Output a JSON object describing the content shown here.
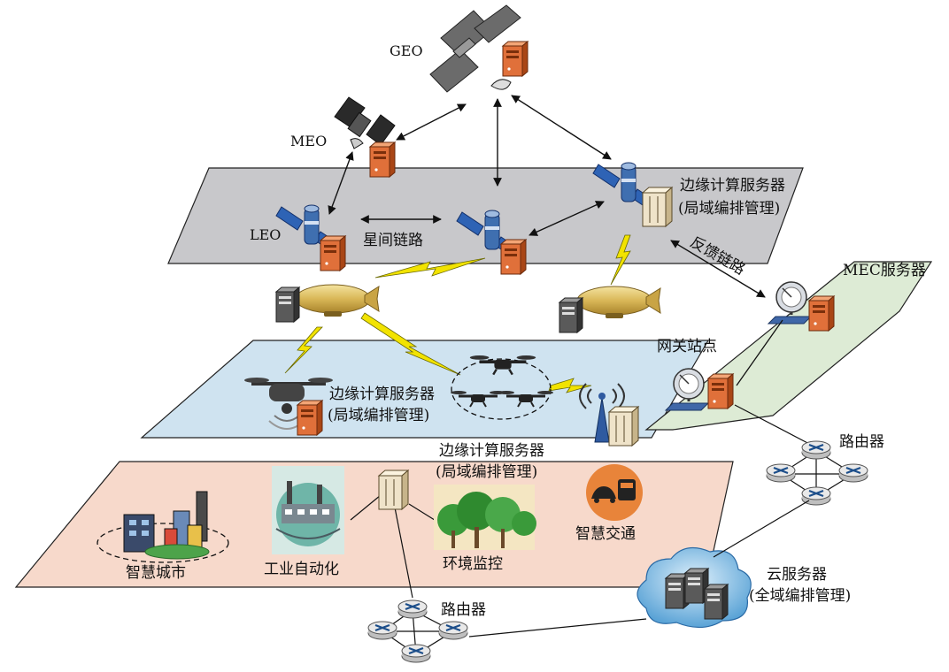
{
  "labels": {
    "geo": "GEO",
    "meo": "MEO",
    "leo": "LEO",
    "isl": "星间链路",
    "edge_sat": [
      "边缘计算服务器",
      "(局域编排管理)"
    ],
    "feedback": "反馈链路",
    "mec": "MEC服务器",
    "gateway": "网关站点",
    "edge_air": [
      "边缘计算服务器",
      "(局域编排管理)"
    ],
    "edge_ground": [
      "边缘计算服务器",
      "(局域编排管理)"
    ],
    "router_right": "路由器",
    "router_bottom": "路由器",
    "smart_city": "智慧城市",
    "industry": "工业自动化",
    "environment": "环境监控",
    "smart_traffic": "智慧交通",
    "cloud": [
      "云服务器",
      "(全域编排管理)"
    ]
  },
  "colors": {
    "space_plane": "#c8c8cb",
    "air_plane": "#cfe3f0",
    "gateway_plane": "#ddebd5",
    "ground_plane": "#f7d9cb",
    "server_orange": "#e0703a",
    "link_yellow": "#f2e300"
  }
}
